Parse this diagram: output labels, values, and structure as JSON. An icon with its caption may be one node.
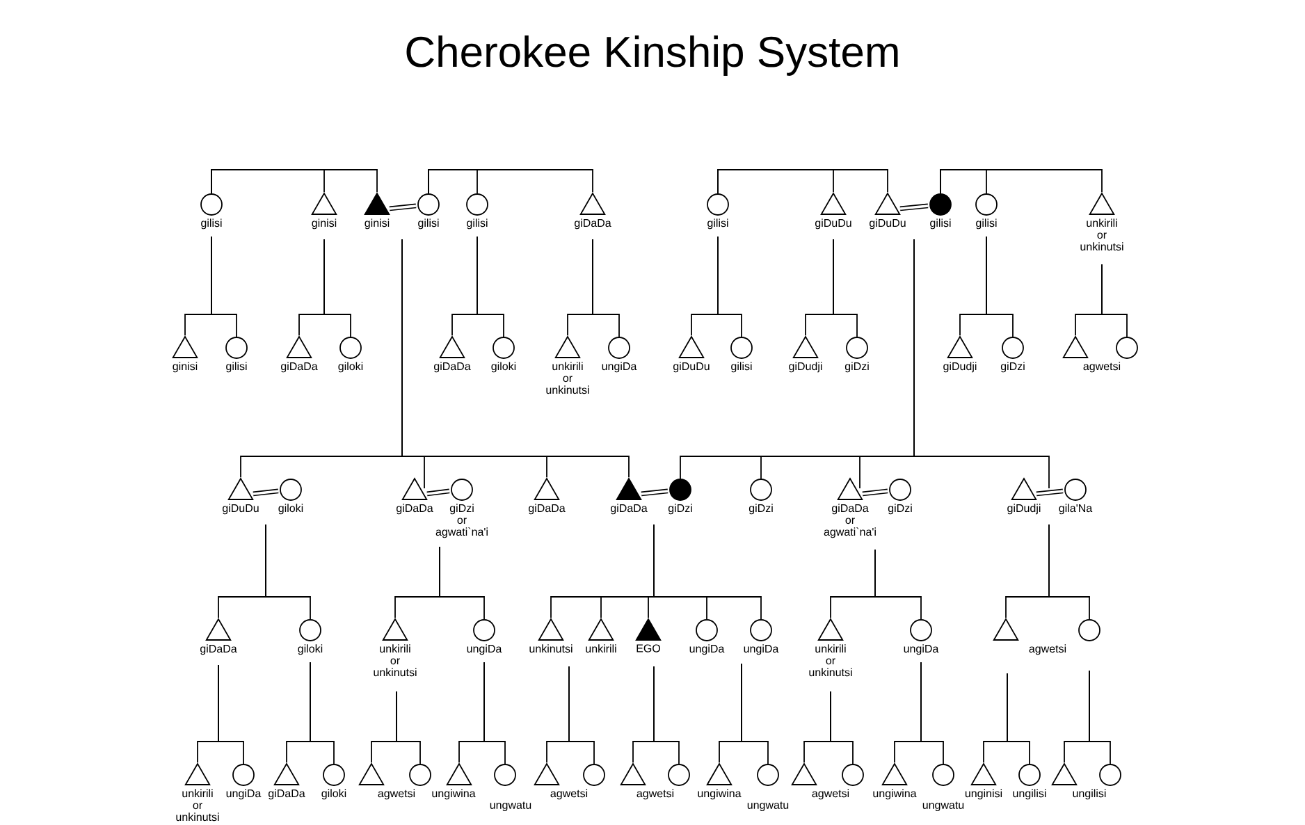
{
  "diagram": {
    "title": "Cherokee Kinship System",
    "nodes": [
      {
        "text": [],
        "shape": "circle",
        "beside": [
          "gilisi"
        ]
      },
      {
        "text": [],
        "shape": "triangle",
        "beside": [
          "ginisi"
        ]
      },
      {
        "text": [],
        "shape": "filled-triangle",
        "beside": [
          "ginisi"
        ]
      },
      {
        "text": [],
        "shape": "circle",
        "beside": [
          "gilisi"
        ]
      },
      {
        "text": [],
        "shape": "circle",
        "beside": [
          "gilisi"
        ]
      },
      {
        "text": [],
        "shape": "triangle",
        "beside": [
          "giDaDa"
        ]
      },
      {
        "text": [],
        "shape": "circle",
        "beside": [
          "gilisi"
        ]
      },
      {
        "text": [],
        "shape": "triangle",
        "beside": [
          "giDuDu"
        ]
      },
      {
        "text": [],
        "shape": "triangle",
        "beside": [
          "giDuDu"
        ]
      },
      {
        "text": [],
        "shape": "filled-circle",
        "beside": [
          "gilisi"
        ]
      },
      {
        "text": [],
        "shape": "circle",
        "beside": [
          "gilisi"
        ]
      },
      {
        "text": [],
        "shape": "triangle",
        "beside": [
          "unkirili or unkinutsi"
        ]
      },
      {
        "text": [],
        "shape": "triangle",
        "beside": [
          "ginisi"
        ]
      },
      {
        "text": [],
        "shape": "circle",
        "beside": [
          "gilisi"
        ]
      },
      {
        "text": [],
        "shape": "triangle",
        "beside": [
          "giDaDa"
        ]
      },
      {
        "text": [],
        "shape": "circle",
        "beside": [
          "giloki"
        ]
      },
      {
        "text": [],
        "shape": "triangle",
        "beside": [
          "giDaDa"
        ]
      },
      {
        "text": [],
        "shape": "circle",
        "beside": [
          "giloki"
        ]
      },
      {
        "text": [],
        "shape": "triangle",
        "beside": [
          "unkirili or unkinutsi"
        ]
      },
      {
        "text": [],
        "shape": "circle",
        "beside": [
          "ungiDa"
        ]
      },
      {
        "text": [],
        "shape": "triangle",
        "beside": [
          "giDuDu"
        ]
      },
      {
        "text": [],
        "shape": "circle",
        "beside": [
          "gilisi"
        ]
      },
      {
        "text": [],
        "shape": "triangle",
        "beside": [
          "giDudji"
        ]
      },
      {
        "text": [],
        "shape": "circle",
        "beside": [
          "giDzi"
        ]
      },
      {
        "text": [],
        "shape": "triangle",
        "beside": [
          "giDudji"
        ]
      },
      {
        "text": [],
        "shape": "circle",
        "beside": [
          "giDzi"
        ]
      },
      {
        "text": [],
        "shape": "triangle",
        "beside": [
          "agwetsi"
        ]
      },
      {
        "text": [],
        "shape": "circle"
      },
      {
        "text": [],
        "shape": "triangle",
        "beside": [
          "giDuDu"
        ]
      },
      {
        "text": [],
        "shape": "circle",
        "beside": [
          "giloki"
        ]
      },
      {
        "text": [],
        "shape": "triangle",
        "beside": [
          "giDaDa"
        ]
      },
      {
        "text": [],
        "shape": "circle",
        "beside": [
          "giDzi or agwati`na'i"
        ]
      },
      {
        "text": [],
        "shape": "triangle",
        "beside": [
          "giDaDa"
        ]
      },
      {
        "text": [],
        "shape": "filled-triangle",
        "beside": [
          "giDaDa"
        ]
      },
      {
        "text": [],
        "shape": "filled-circle",
        "beside": [
          "giDzi"
        ]
      },
      {
        "text": [],
        "shape": "circle",
        "beside": [
          "giDzi"
        ]
      },
      {
        "text": [],
        "shape": "triangle",
        "beside": [
          "giDaDa or agwati`na'i"
        ]
      },
      {
        "text": [],
        "shape": "circle",
        "beside": [
          "giDzi"
        ]
      },
      {
        "text": [],
        "shape": "triangle",
        "beside": [
          "giDudji"
        ]
      },
      {
        "text": [],
        "shape": "circle",
        "beside": [
          "gila'Na"
        ]
      },
      {
        "text": [],
        "shape": "triangle",
        "beside": [
          "giDaDa"
        ]
      },
      {
        "text": [],
        "shape": "circle",
        "beside": [
          "giloki"
        ]
      },
      {
        "text": [],
        "shape": "triangle",
        "beside": [
          "unkirili or unkinutsi"
        ]
      },
      {
        "text": [],
        "shape": "circle",
        "beside": [
          "ungiDa"
        ]
      },
      {
        "text": [],
        "shape": "triangle",
        "beside": [
          "unkinutsi"
        ]
      },
      {
        "text": [],
        "shape": "triangle",
        "beside": [
          "unkirili"
        ]
      },
      {
        "text": [],
        "shape": "filled-triangle",
        "beside": [
          "EGO"
        ]
      },
      {
        "text": [],
        "shape": "circle",
        "beside": [
          "ungiDa"
        ]
      },
      {
        "text": [],
        "shape": "circle",
        "beside": [
          "ungiDa"
        ]
      },
      {
        "text": [],
        "shape": "triangle",
        "beside": [
          "unkirili or unkinutsi"
        ]
      },
      {
        "text": [],
        "shape": "circle",
        "beside": [
          "ungiDa"
        ]
      },
      {
        "text": [],
        "shape": "triangle",
        "beside": [
          "agwetsi"
        ]
      },
      {
        "text": [],
        "shape": "circle"
      },
      {
        "text": [],
        "shape": "triangle",
        "beside": [
          "unkirili or unkinutsi"
        ]
      },
      {
        "text": [],
        "shape": "circle",
        "beside": [
          "ungiDa"
        ]
      },
      {
        "text": [],
        "shape": "triangle",
        "beside": [
          "giDaDa"
        ]
      },
      {
        "text": [],
        "shape": "circle",
        "beside": [
          "giloki"
        ]
      },
      {
        "text": [],
        "shape": "triangle",
        "beside": [
          "agwetsi"
        ]
      },
      {
        "text": [],
        "shape": "circle"
      },
      {
        "text": [],
        "shape": "triangle",
        "beside": [
          "ungiwina"
        ]
      },
      {
        "text": [],
        "shape": "circle",
        "beside": [
          "ungwatu"
        ]
      },
      {
        "text": [],
        "shape": "triangle",
        "beside": [
          "agwetsi"
        ]
      },
      {
        "text": [],
        "shape": "circle"
      },
      {
        "text": [],
        "shape": "triangle",
        "beside": [
          "agwetsi"
        ]
      },
      {
        "text": [],
        "shape": "circle"
      },
      {
        "text": [],
        "shape": "triangle",
        "beside": [
          "ungiwina"
        ]
      },
      {
        "text": [],
        "shape": "circle",
        "beside": [
          "ungwatu"
        ]
      },
      {
        "text": [],
        "shape": "triangle",
        "beside": [
          "agwetsi"
        ]
      },
      {
        "text": [],
        "shape": "circle"
      },
      {
        "text": [],
        "shape": "triangle",
        "beside": [
          "ungiwina"
        ]
      },
      {
        "text": [],
        "shape": "circle",
        "beside": [
          "ungwatu"
        ]
      },
      {
        "text": [],
        "shape": "triangle",
        "beside": [
          "unginisi"
        ]
      },
      {
        "text": [],
        "shape": "circle",
        "beside": [
          "ungilisi"
        ]
      },
      {
        "text": [],
        "shape": "triangle"
      },
      {
        "text": [],
        "shape": "circle",
        "beside": [
          "ungilisi"
        ]
      }
    ],
    "edges": [
      {
        "from": 0,
        "to": 1,
        "arrow": "none"
      },
      {
        "from": 0,
        "to": 2,
        "arrow": "none"
      },
      {
        "from": 3,
        "to": 4,
        "arrow": "none"
      },
      {
        "from": 3,
        "to": 5,
        "arrow": "none"
      },
      {
        "from": 6,
        "to": 7,
        "arrow": "none"
      },
      {
        "from": 6,
        "to": 8,
        "arrow": "none"
      },
      {
        "from": 9,
        "to": 10,
        "arrow": "none"
      },
      {
        "from": 9,
        "to": 11,
        "arrow": "none"
      },
      {
        "from": 2,
        "to": 3,
        "arrow": "none",
        "style": "thick"
      },
      {
        "from": 8,
        "to": 9,
        "arrow": "none",
        "style": "thick"
      },
      {
        "from": 0,
        "to": 12,
        "arrow": "none"
      },
      {
        "from": 0,
        "to": 13,
        "arrow": "none"
      },
      {
        "from": 1,
        "to": 14,
        "arrow": "none"
      },
      {
        "from": 1,
        "to": 15,
        "arrow": "none"
      },
      {
        "from": 4,
        "to": 16,
        "arrow": "none"
      },
      {
        "from": 4,
        "to": 17,
        "arrow": "none"
      },
      {
        "from": 5,
        "to": 18,
        "arrow": "none"
      },
      {
        "from": 5,
        "to": 19,
        "arrow": "none"
      },
      {
        "from": 6,
        "to": 20,
        "arrow": "none"
      },
      {
        "from": 6,
        "to": 21,
        "arrow": "none"
      },
      {
        "from": 7,
        "to": 22,
        "arrow": "none"
      },
      {
        "from": 7,
        "to": 23,
        "arrow": "none"
      },
      {
        "from": 10,
        "to": 24,
        "arrow": "none"
      },
      {
        "from": 10,
        "to": 25,
        "arrow": "none"
      },
      {
        "from": 11,
        "to": 26,
        "arrow": "none"
      },
      {
        "from": 11,
        "to": 27,
        "arrow": "none"
      },
      {
        "from": 2,
        "to": 28,
        "arrow": "none"
      },
      {
        "from": 2,
        "to": 30,
        "arrow": "none"
      },
      {
        "from": 2,
        "to": 32,
        "arrow": "none"
      },
      {
        "from": 2,
        "to": 33,
        "arrow": "none"
      },
      {
        "from": 8,
        "to": 34,
        "arrow": "none"
      },
      {
        "from": 8,
        "to": 35,
        "arrow": "none"
      },
      {
        "from": 8,
        "to": 36,
        "arrow": "none"
      },
      {
        "from": 8,
        "to": 38,
        "arrow": "none"
      },
      {
        "from": 28,
        "to": 29,
        "arrow": "none",
        "style": "thick"
      },
      {
        "from": 30,
        "to": 31,
        "arrow": "none",
        "style": "thick"
      },
      {
        "from": 33,
        "to": 34,
        "arrow": "none",
        "style": "thick"
      },
      {
        "from": 36,
        "to": 37,
        "arrow": "none",
        "style": "thick"
      },
      {
        "from": 38,
        "to": 39,
        "arrow": "none",
        "style": "thick"
      },
      {
        "from": 28,
        "to": 40,
        "arrow": "none"
      },
      {
        "from": 28,
        "to": 41,
        "arrow": "none"
      },
      {
        "from": 31,
        "to": 42,
        "arrow": "none"
      },
      {
        "from": 31,
        "to": 43,
        "arrow": "none"
      },
      {
        "from": 33,
        "to": 44,
        "arrow": "none"
      },
      {
        "from": 33,
        "to": 45,
        "arrow": "none"
      },
      {
        "from": 33,
        "to": 46,
        "arrow": "none"
      },
      {
        "from": 33,
        "to": 47,
        "arrow": "none"
      },
      {
        "from": 33,
        "to": 48,
        "arrow": "none"
      },
      {
        "from": 36,
        "to": 49,
        "arrow": "none"
      },
      {
        "from": 36,
        "to": 50,
        "arrow": "none"
      },
      {
        "from": 38,
        "to": 51,
        "arrow": "none"
      },
      {
        "from": 38,
        "to": 52,
        "arrow": "none"
      },
      {
        "from": 40,
        "to": 53,
        "arrow": "none"
      },
      {
        "from": 40,
        "to": 54,
        "arrow": "none"
      },
      {
        "from": 41,
        "to": 55,
        "arrow": "none"
      },
      {
        "from": 41,
        "to": 56,
        "arrow": "none"
      },
      {
        "from": 42,
        "to": 57,
        "arrow": "none"
      },
      {
        "from": 42,
        "to": 58,
        "arrow": "none"
      },
      {
        "from": 43,
        "to": 59,
        "arrow": "none"
      },
      {
        "from": 43,
        "to": 60,
        "arrow": "none"
      },
      {
        "from": 44,
        "to": 61,
        "arrow": "none"
      },
      {
        "from": 44,
        "to": 62,
        "arrow": "none"
      },
      {
        "from": 46,
        "to": 63,
        "arrow": "none"
      },
      {
        "from": 46,
        "to": 64,
        "arrow": "none"
      },
      {
        "from": 48,
        "to": 65,
        "arrow": "none"
      },
      {
        "from": 48,
        "to": 66,
        "arrow": "none"
      },
      {
        "from": 49,
        "to": 67,
        "arrow": "none"
      },
      {
        "from": 49,
        "to": 68,
        "arrow": "none"
      },
      {
        "from": 50,
        "to": 69,
        "arrow": "none"
      },
      {
        "from": 50,
        "to": 70,
        "arrow": "none"
      },
      {
        "from": 51,
        "to": 71,
        "arrow": "none"
      },
      {
        "from": 51,
        "to": 72,
        "arrow": "none"
      },
      {
        "from": 52,
        "to": 73,
        "arrow": "none"
      },
      {
        "from": 52,
        "to": 74,
        "arrow": "none"
      }
    ]
  }
}
